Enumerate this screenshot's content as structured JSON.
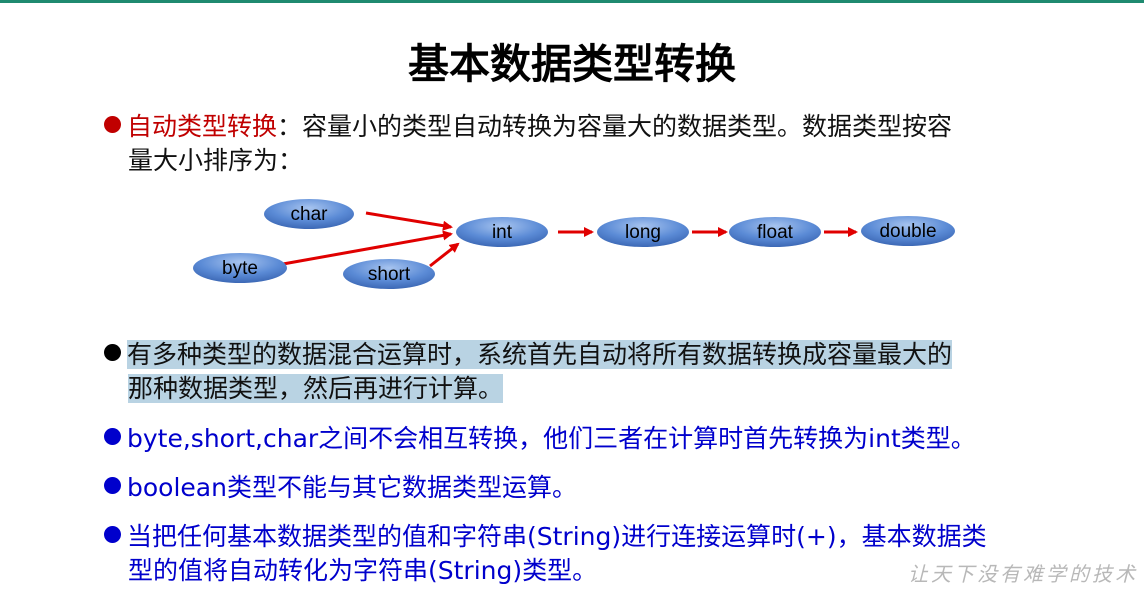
{
  "title": "基本数据类型转换",
  "bullet1": {
    "keyword": "自动类型转换",
    "text_line1": "：容量小的类型自动转换为容量大的数据类型。数据类型按容",
    "text_line2": "量大小排序为："
  },
  "diagram": {
    "nodes": [
      "char",
      "byte",
      "short",
      "int",
      "long",
      "float",
      "double"
    ],
    "node_color": "#4472c4",
    "arrow_color": "#e00000"
  },
  "bullet2": {
    "line1": "有多种类型的数据混合运算时，系统首先自动将所有数据转换成容量最大的",
    "line2": "那种数据类型，然后再进行计算。"
  },
  "bullet3": "byte,short,char之间不会相互转换，他们三者在计算时首先转换为int类型。",
  "bullet4": "boolean类型不能与其它数据类型运算。",
  "bullet5": {
    "line1": "当把任何基本数据类型的值和字符串(String)进行连接运算时(+)，基本数据类",
    "line2": "型的值将自动转化为字符串(String)类型。"
  },
  "watermark": "让天下没有难学的技术"
}
